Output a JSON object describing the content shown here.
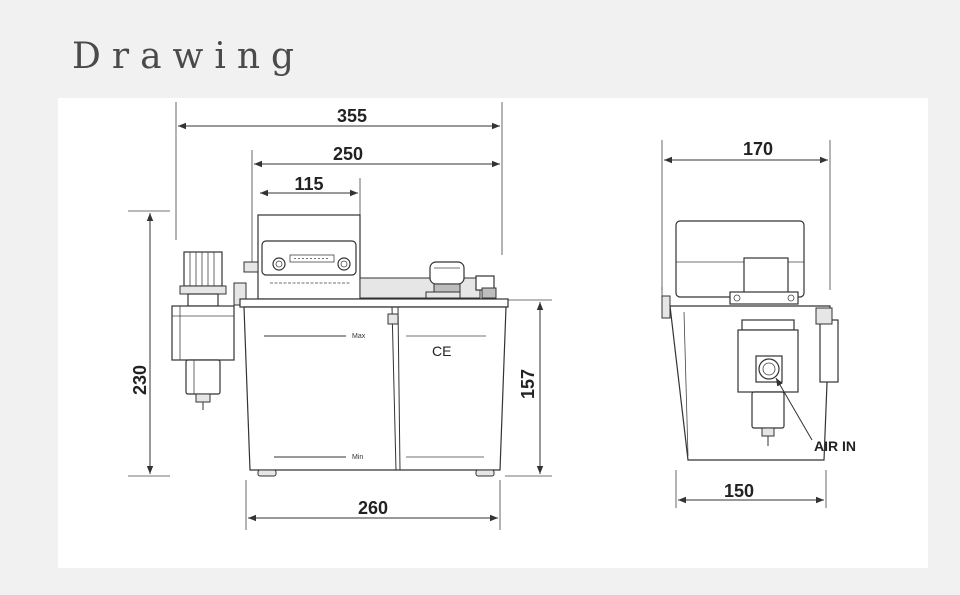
{
  "header": {
    "title": "Drawing"
  },
  "front_view": {
    "dim_total_width": "355",
    "dim_top_width": "250",
    "dim_panel_width": "115",
    "dim_height": "230",
    "dim_tank_height": "157",
    "dim_base_width": "260",
    "label_max": "Max",
    "label_min": "Min",
    "ce_mark": "CE"
  },
  "side_view": {
    "dim_top_width": "170",
    "dim_base_width": "150",
    "label_air_in": "AIR IN"
  }
}
